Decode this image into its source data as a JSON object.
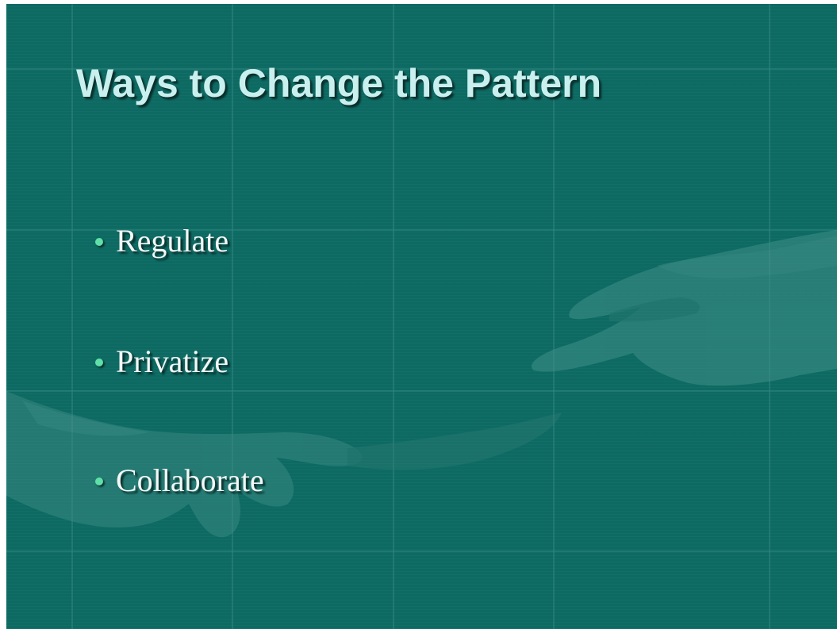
{
  "slide": {
    "title": "Ways to Change the Pattern",
    "bullets": [
      {
        "label": "Regulate"
      },
      {
        "label": "Privatize"
      },
      {
        "label": "Collaborate"
      }
    ]
  },
  "colors": {
    "background": "#0d6a63",
    "title": "#c9f0ee",
    "bullet_text": "#f3f7f6",
    "bullet_dot": "#5fe0a8",
    "grid_lines": "#5fa9a3"
  },
  "icons": {
    "bullet": "green-dot-bullet",
    "background_art": "reaching-hands-graphic"
  }
}
